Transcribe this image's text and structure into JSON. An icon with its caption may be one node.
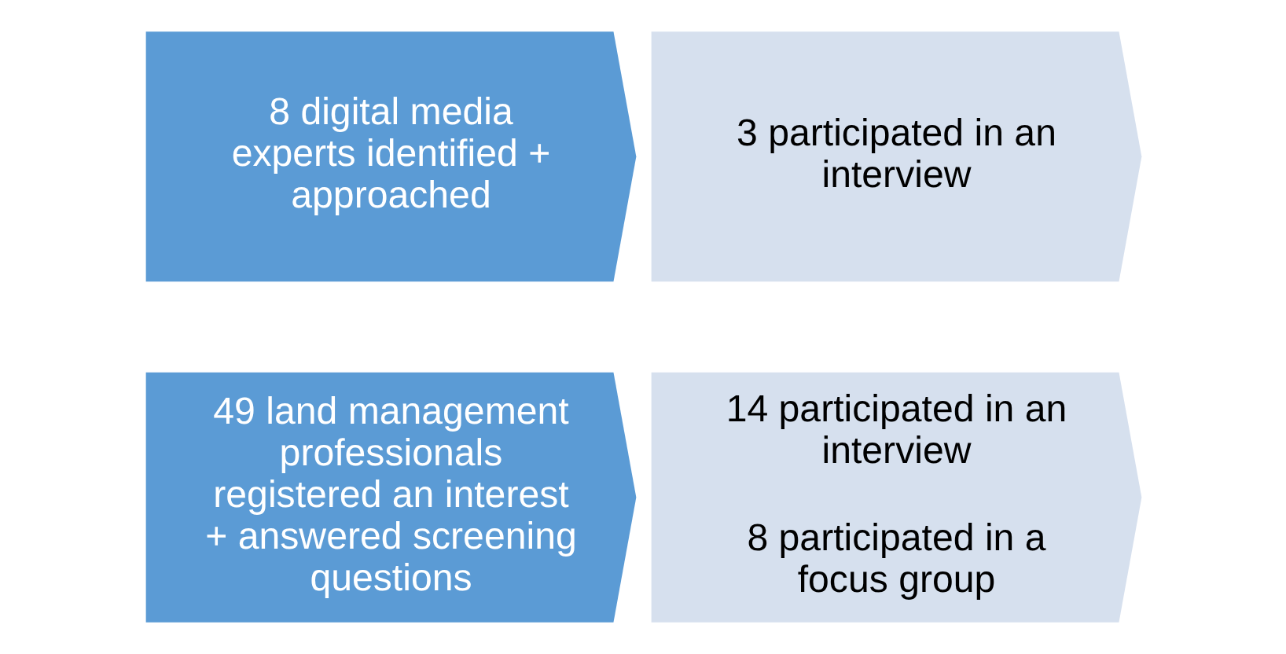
{
  "diagram": {
    "nodes": [
      {
        "text": [
          "49 land management professionals registered an interest + answered screening questions"
        ]
      },
      {
        "text": [
          "14 participated in an interview",
          "8 participated in a focus group"
        ]
      },
      {
        "text": [
          "8 digital media experts identified + approached"
        ]
      },
      {
        "text": [
          "3 participated in an interview"
        ]
      }
    ],
    "edges": []
  }
}
